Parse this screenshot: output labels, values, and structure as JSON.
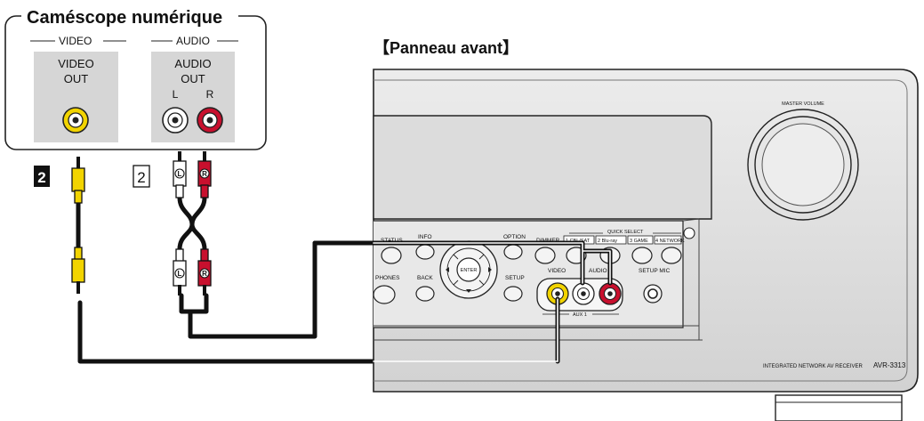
{
  "camcorder": {
    "title": "Caméscope numérique",
    "video_group": "VIDEO",
    "audio_group": "AUDIO",
    "video_out_line1": "VIDEO",
    "video_out_line2": "OUT",
    "audio_out_line1": "AUDIO",
    "audio_out_line2": "OUT",
    "left_label": "L",
    "right_label": "R"
  },
  "steps": {
    "video_step": "2",
    "audio_step": "2"
  },
  "plugs": {
    "left_mark": "L",
    "right_mark": "R"
  },
  "front_panel": {
    "title": "【Panneau avant】",
    "master_volume": "MASTER VOLUME",
    "status": "STATUS",
    "info": "INFO",
    "option": "OPTION",
    "dimmer": "DIMMER",
    "quick_select": "QUICK SELECT",
    "qs1": "1 CBL/SAT",
    "qs2": "2 Blu-ray",
    "qs3": "3 GAME",
    "qs4": "4 NETWORK",
    "phones": "PHONES",
    "back": "BACK",
    "enter": "ENTER",
    "setup": "SETUP",
    "video": "VIDEO",
    "audio": "AUDIO",
    "setup_mic": "SETUP MIC",
    "aux": "AUX 1",
    "model_line": "INTEGRATED NETWORK AV RECEIVER",
    "model": "AVR-3313"
  },
  "colors": {
    "video_yellow": "#f2d400",
    "audio_red": "#c8102e",
    "panel_grey": "#e3e3e3",
    "cable": "#111111"
  }
}
